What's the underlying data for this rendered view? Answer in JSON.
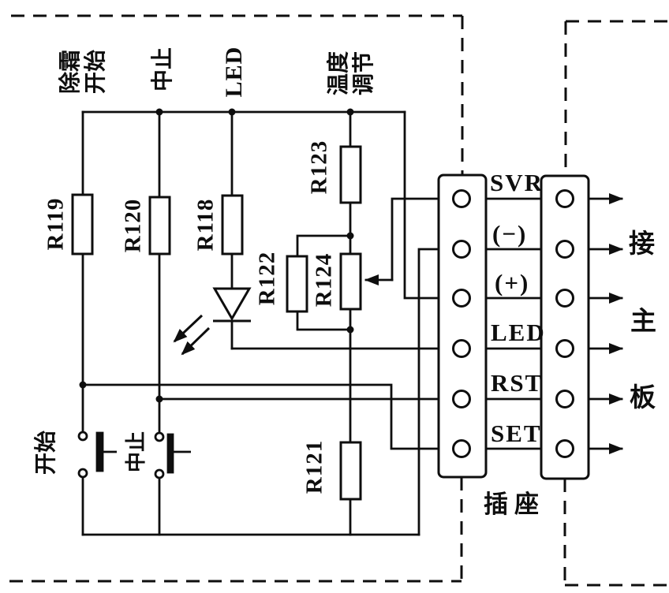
{
  "colors": {
    "ink": "#0e0e0e",
    "paper": "#ffffff"
  },
  "display_board": {
    "top_signal_labels": [
      {
        "id": "defrost-start",
        "text": "除霜\n开始"
      },
      {
        "id": "abort",
        "text": "中止"
      },
      {
        "id": "led",
        "text": "LED"
      },
      {
        "id": "temp-adjust",
        "text": "温度\n调节"
      }
    ],
    "resistor_refs": {
      "r119": "R119",
      "r120": "R120",
      "r118": "R118",
      "r123": "R123",
      "r122": "R122",
      "r124": "R124",
      "r121": "R121"
    },
    "push_buttons": {
      "start": "开始",
      "abort": "中止"
    }
  },
  "socket": {
    "label": "插座",
    "pin_labels": [
      "SVR",
      "(−)",
      "(+)",
      "LED",
      "RST",
      "SET"
    ]
  },
  "main_board_link": {
    "chars": [
      "接",
      "主",
      "板"
    ]
  }
}
